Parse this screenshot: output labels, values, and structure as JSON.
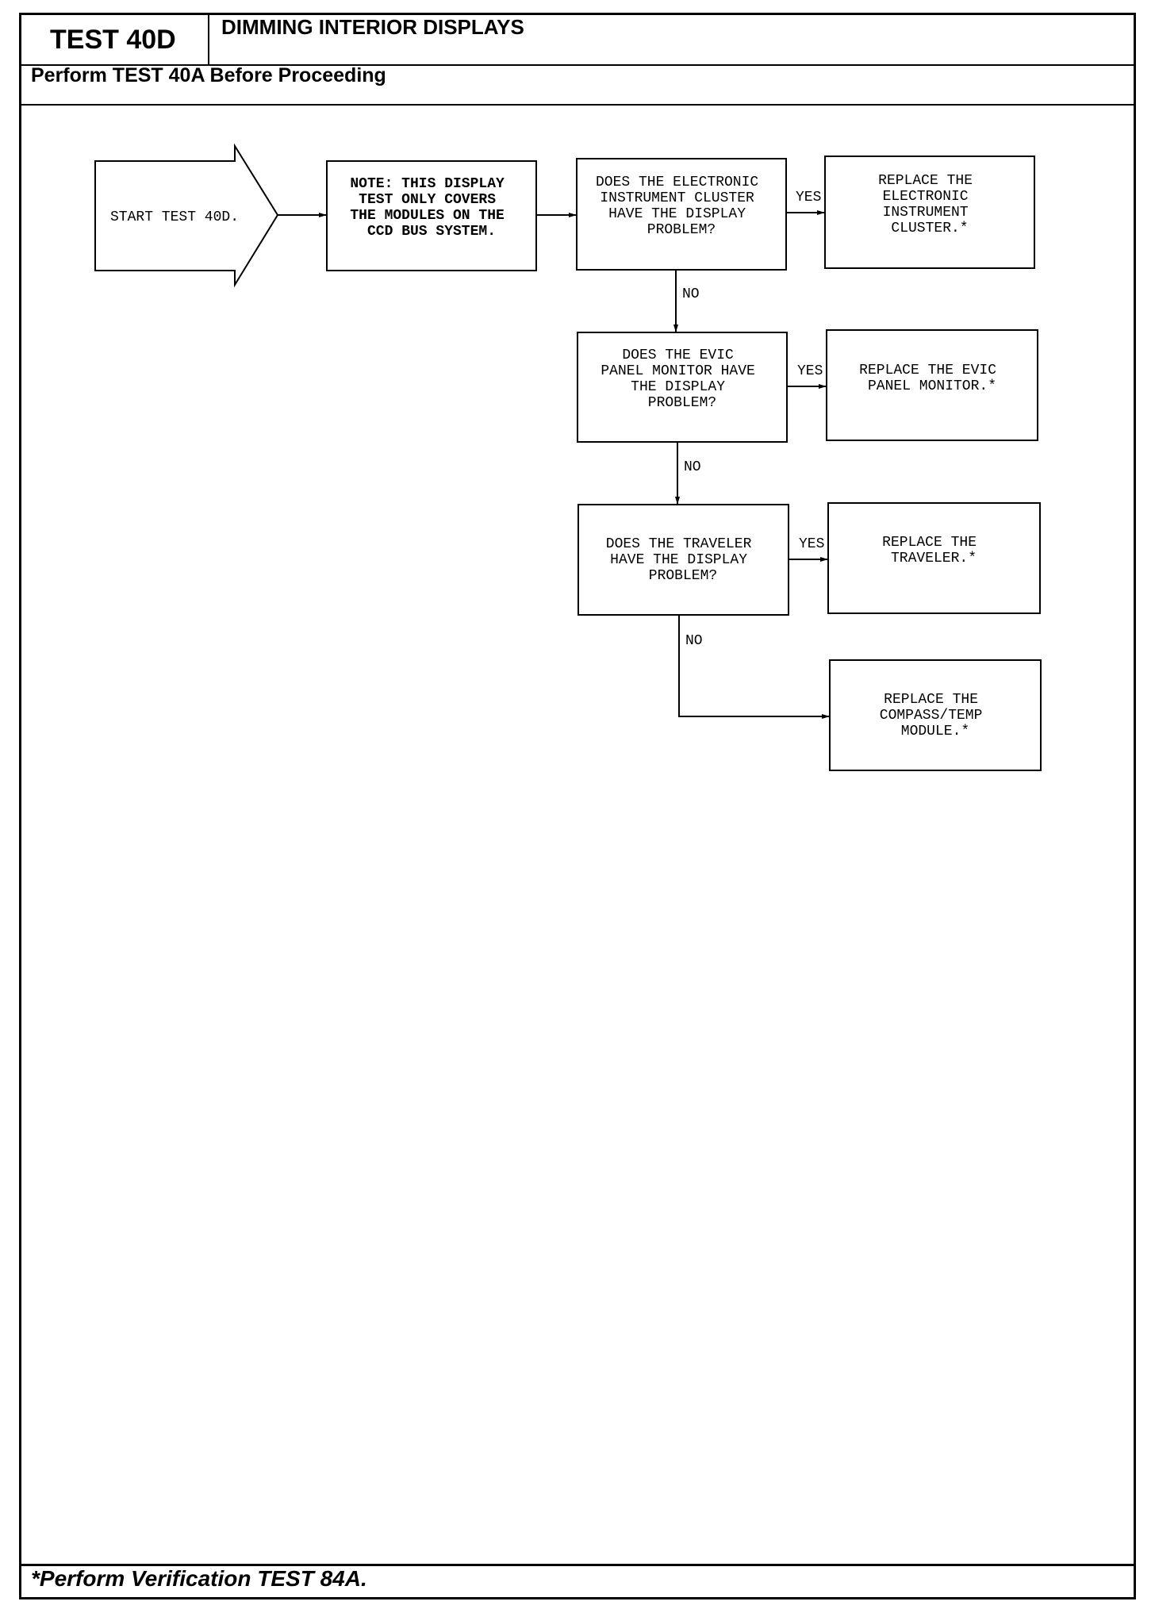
{
  "header": {
    "test_id": "TEST 40D",
    "title": "DIMMING INTERIOR DISPLAYS",
    "prerequisite": "Perform TEST 40A Before Proceeding"
  },
  "flowchart": {
    "start": "START TEST 40D.",
    "note": [
      "NOTE: THIS DISPLAY",
      "TEST ONLY COVERS",
      "THE MODULES ON THE",
      "CCD BUS SYSTEM."
    ],
    "q1": [
      "DOES THE ELECTRONIC",
      "INSTRUMENT CLUSTER",
      "HAVE THE DISPLAY",
      "PROBLEM?"
    ],
    "a1": [
      "REPLACE THE",
      "ELECTRONIC",
      "INSTRUMENT",
      "CLUSTER.*"
    ],
    "q2": [
      "DOES THE EVIC",
      "PANEL MONITOR HAVE",
      "THE DISPLAY",
      "PROBLEM?"
    ],
    "a2": [
      "REPLACE THE EVIC",
      "PANEL MONITOR.*"
    ],
    "q3": [
      "DOES THE TRAVELER",
      "HAVE THE DISPLAY",
      "PROBLEM?"
    ],
    "a3": [
      "REPLACE THE",
      "TRAVELER.*"
    ],
    "a4": [
      "REPLACE THE",
      "COMPASS/TEMP",
      "MODULE.*"
    ],
    "yes": "YES",
    "no": "NO"
  },
  "footer": {
    "verification": "*Perform Verification TEST 84A."
  }
}
